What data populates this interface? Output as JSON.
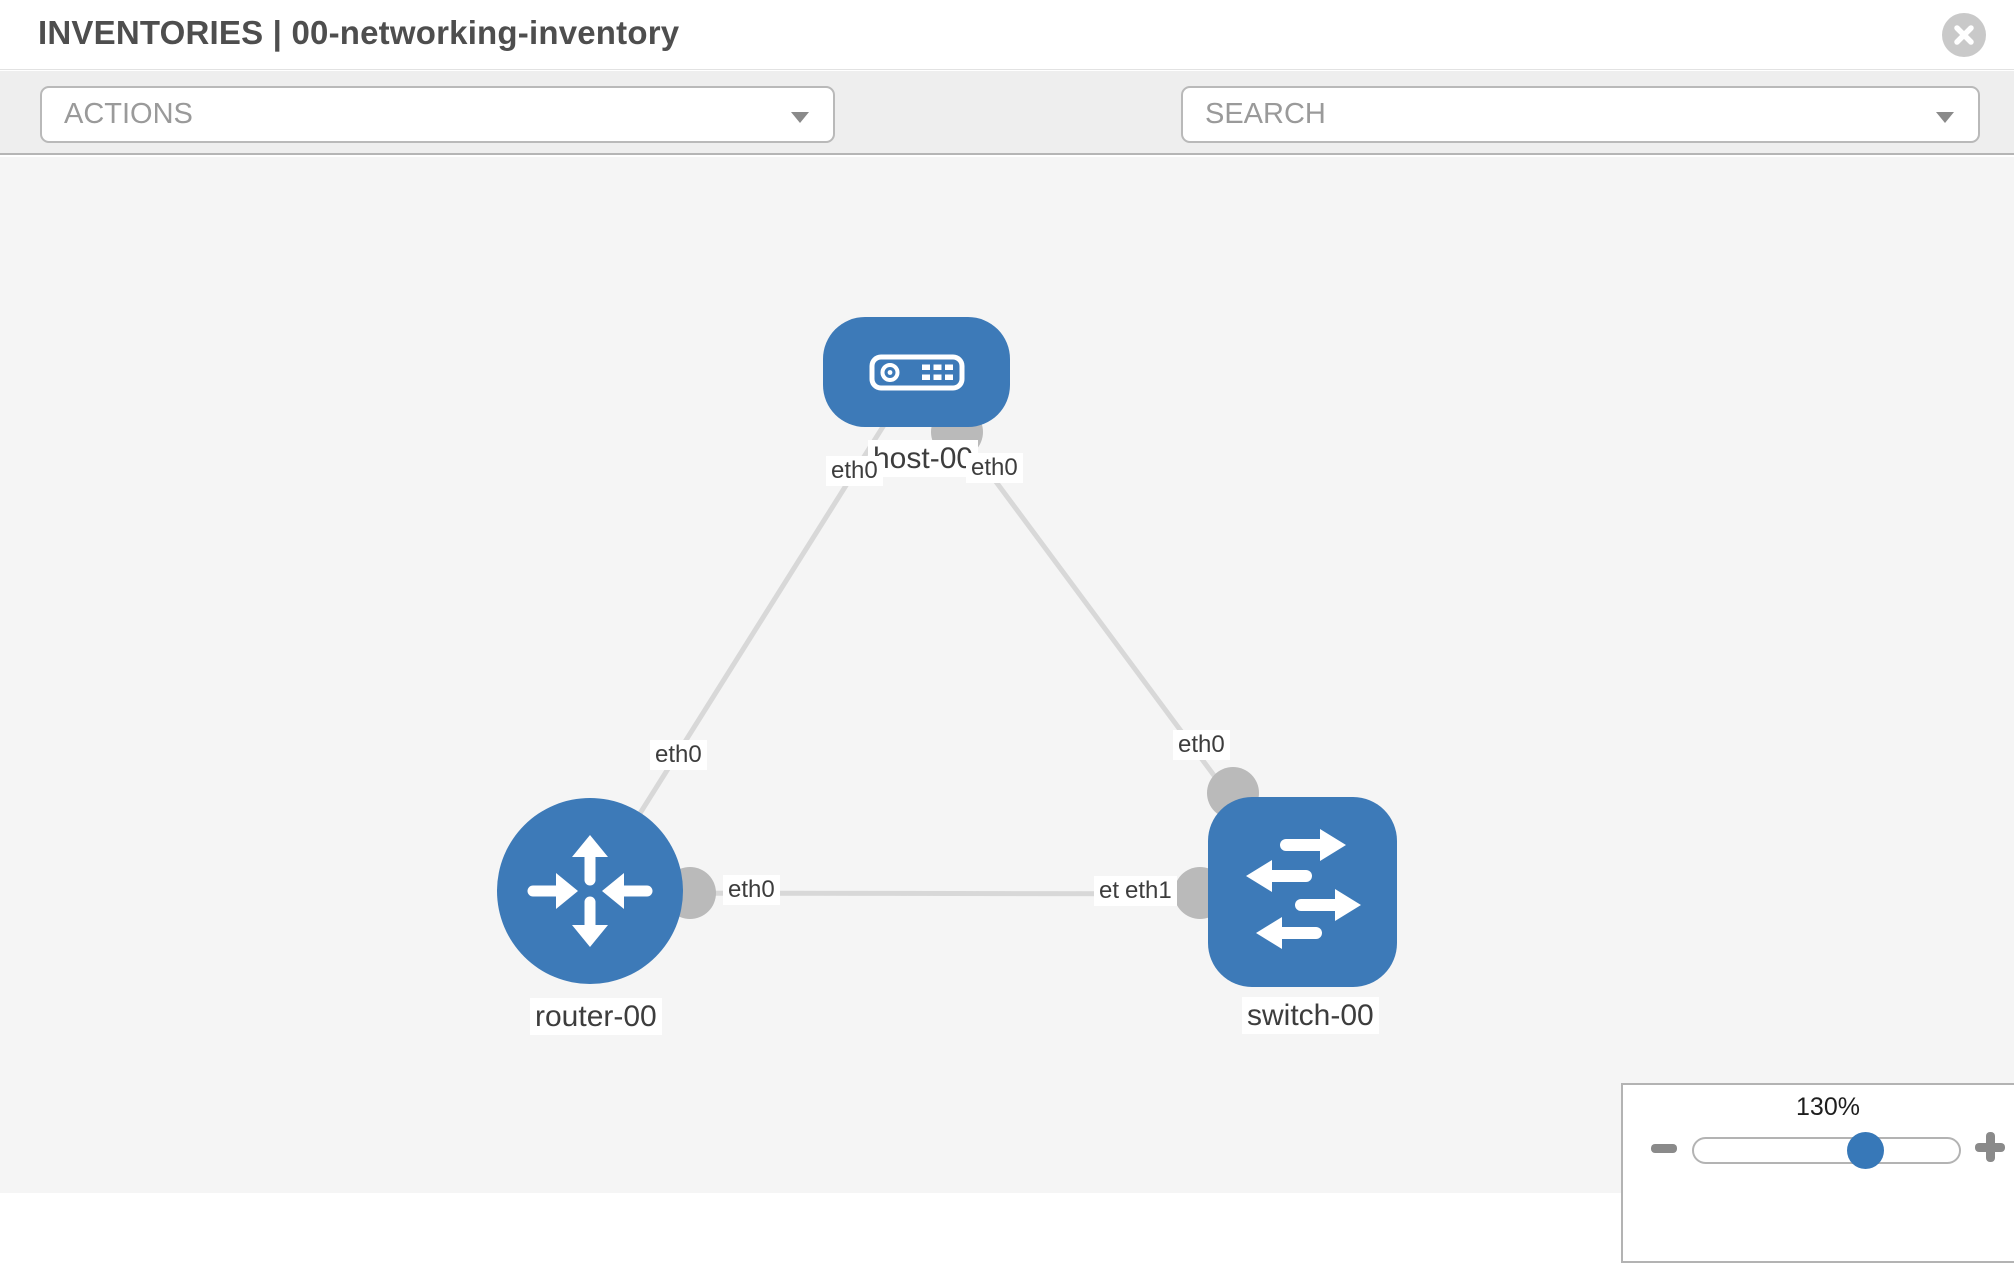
{
  "header": {
    "title": "INVENTORIES | 00-networking-inventory"
  },
  "toolbar": {
    "actions_label": "ACTIONS",
    "search_label": "SEARCH",
    "icons": [
      "wrench-icon",
      "key-icon"
    ]
  },
  "graph": {
    "nodes": [
      {
        "id": "host-00",
        "label": "host-00",
        "type": "host"
      },
      {
        "id": "router-00",
        "label": "router-00",
        "type": "router"
      },
      {
        "id": "switch-00",
        "label": "switch-00",
        "type": "switch"
      }
    ],
    "links": [
      {
        "from": "router-00",
        "to": "host-00",
        "from_interface": "eth0",
        "to_interface": "eth0"
      },
      {
        "from": "host-00",
        "to": "switch-00",
        "from_interface": "eth0",
        "to_interface": "eth0"
      },
      {
        "from": "router-00",
        "to": "switch-00",
        "from_interface": "eth0",
        "to_interface": "eth1"
      }
    ],
    "iface_labels": [
      {
        "text": "eth0"
      },
      {
        "text": "eth0"
      },
      {
        "text": "eth0"
      },
      {
        "text": "eth0"
      },
      {
        "text": "eth0"
      },
      {
        "text": "eth0"
      },
      {
        "text": "eth1"
      }
    ]
  },
  "zoom_control": {
    "level": "130%"
  },
  "colors": {
    "node_blue": "#3d7ab8",
    "link_gray": "#d8d8d8",
    "dot_gray": "#bababa",
    "canvas_bg": "#f5f5f5",
    "toolbar_bg": "#eeeeee",
    "knob_blue": "#3778b8",
    "close_gray": "#c9c9c9"
  }
}
